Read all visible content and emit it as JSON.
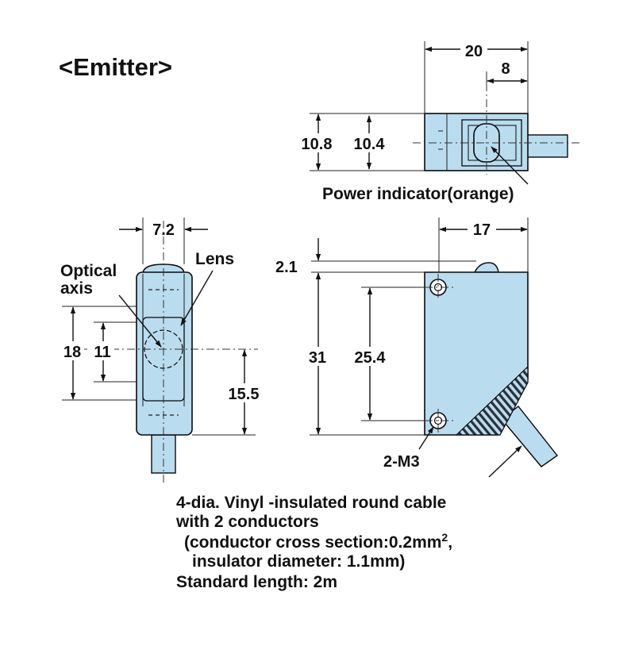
{
  "title": "<Emitter>",
  "colors": {
    "body_fill": "#b9dcef",
    "outline": "#0a0a0a",
    "background": "#ffffff"
  },
  "top_view": {
    "dim_width": "20",
    "dim_offset": "8",
    "dim_height_outer": "10.8",
    "dim_height_inner": "10.4",
    "indicator_label": "Power indicator(orange)"
  },
  "side_view": {
    "dim_width": "7.2",
    "optical_axis_label_line1": "Optical",
    "optical_axis_label_line2": "axis",
    "lens_label": "Lens",
    "dim_18": "18",
    "dim_11": "11",
    "dim_15_5": "15.5"
  },
  "front_view": {
    "dim_width": "17",
    "dim_top": "2.1",
    "dim_height": "31",
    "dim_hole_pitch": "25.4",
    "holes_label": "2-M3"
  },
  "cable_note": {
    "line1": "4-dia. Vinyl -insulated round cable",
    "line2": "with 2 conductors",
    "line3_pre": "(conductor cross section:0.2mm",
    "line3_sup": "2",
    "line3_post": ",",
    "line4": "insulator diameter: 1.1mm)",
    "line5": "Standard length: 2m"
  }
}
